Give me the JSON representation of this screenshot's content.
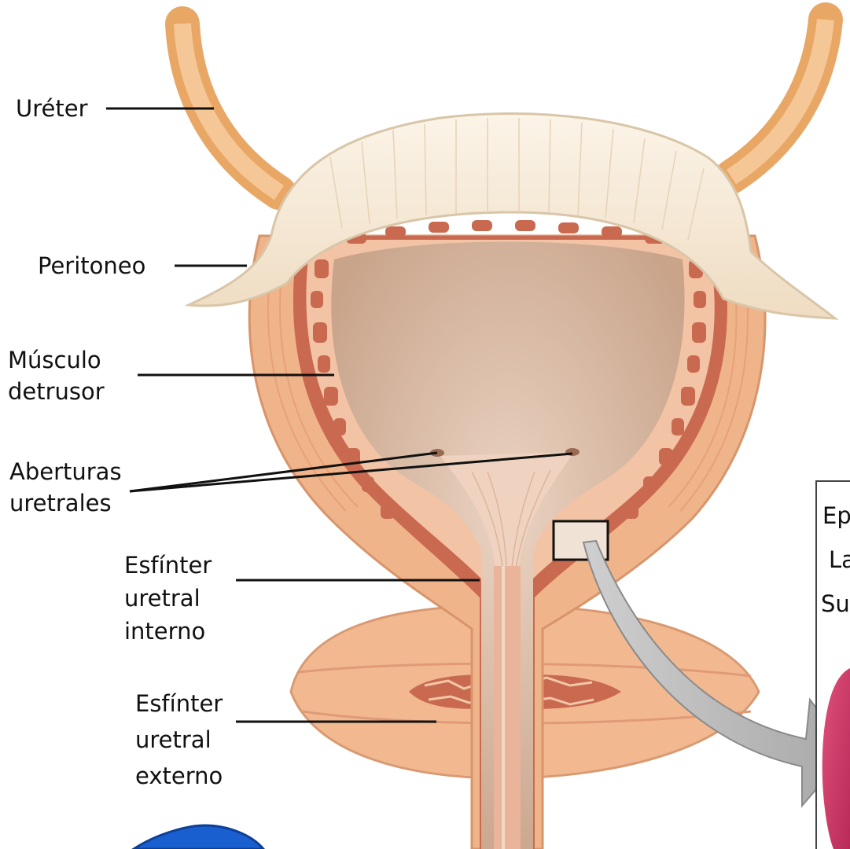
{
  "labels": {
    "ureter": "Uréter",
    "peritoneo": "Peritoneo",
    "musculo_line1": "Músculo",
    "musculo_line2": "detrusor",
    "aberturas_line1": "Aberturas",
    "aberturas_line2": "uretrales",
    "esf_int_line1": "Esfínter",
    "esf_int_line2": "uretral",
    "esf_int_line3": "interno",
    "esf_ext_line1": "Esfínter",
    "esf_ext_line2": "uretral",
    "esf_ext_line3": "externo"
  },
  "inset": {
    "line1": "Ep",
    "line2": "La",
    "line3": "Su"
  },
  "colors": {
    "ureter": "#f2b77a",
    "peritoneum": "#f6ead6",
    "muscle": "#e8a87c",
    "muscle_dark": "#c9684c",
    "lumen": "#d9b8a0",
    "inset_tissue": "#d23c6a",
    "arrow": "#b8b8b8",
    "badge": "#1a5fd0"
  }
}
